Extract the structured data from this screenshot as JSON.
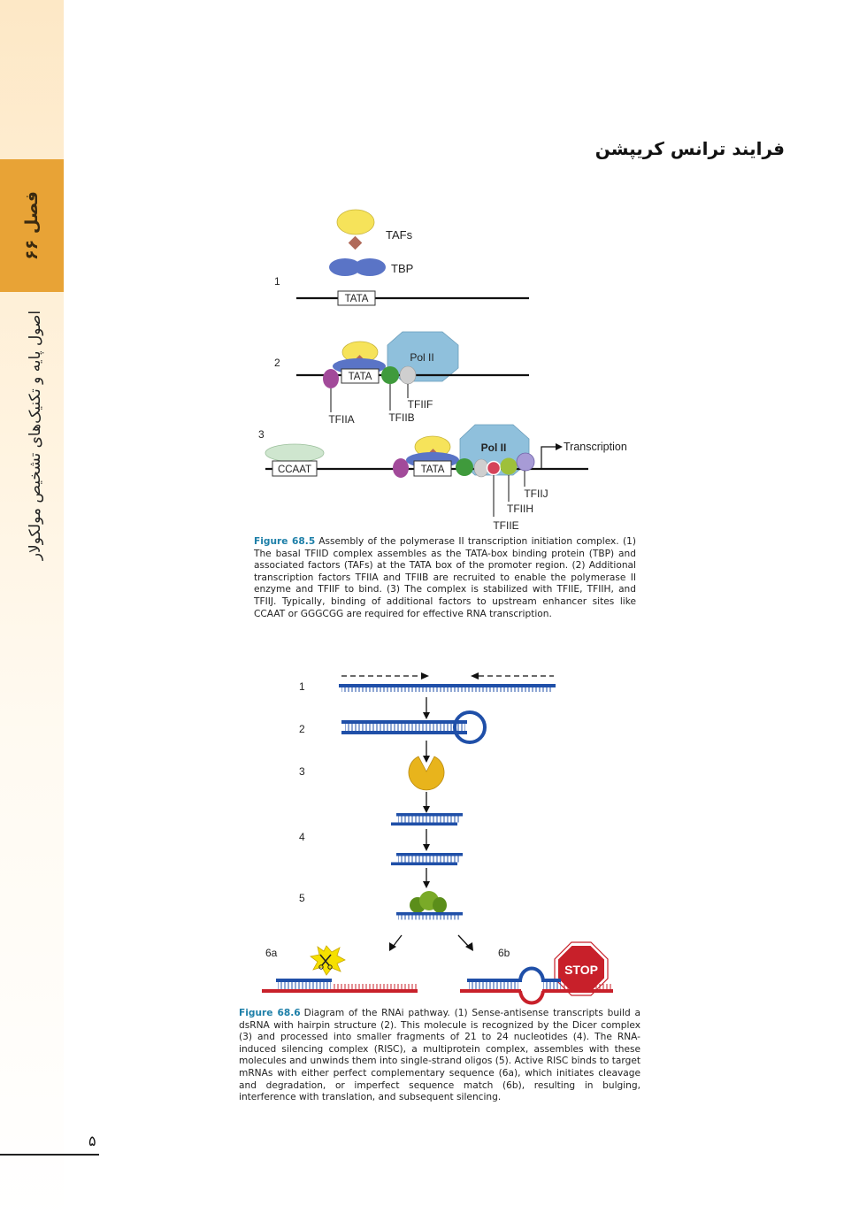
{
  "sidebar": {
    "chapter": "فصل ۶۶",
    "book_title": "اصول پایه و تکنیک‌های تشخیص مولکولار"
  },
  "heading": "فرایند ترانس کریپشن",
  "figure_assembly": {
    "steps": [
      "1",
      "2",
      "3"
    ],
    "labels": {
      "tafs": "TAFs",
      "tbp": "TBP",
      "tata": "TATA",
      "pol2": "Pol II",
      "tfiia": "TFIIA",
      "tfiib": "TFIIB",
      "tfiif": "TFIIF",
      "ccaat": "CCAAT",
      "transcription": "Transcription",
      "tfiij": "TFIIJ",
      "tfiih": "TFIIH",
      "tfiie": "TFIIE"
    },
    "caption_no": "Figure 68.5",
    "caption": "Assembly of the polymerase II transcription initiation complex. (1) The basal TFIID complex assembles as the TATA-box binding protein (TBP) and associated factors (TAFs) at the TATA box of the promoter region. (2) Additional transcription factors TFIIA and TFIIB are recruited to enable the polymerase II enzyme and TFIIF to bind. (3) The complex is stabilized with TFIIE, TFIIH, and TFIIJ. Typically, binding of additional factors to upstream enhancer sites like CCAAT or GGGCGG are required for effective RNA transcription."
  },
  "figure_rnai": {
    "steps": [
      "1",
      "2",
      "3",
      "4",
      "5",
      "6a",
      "6b"
    ],
    "stop_label": "STOP",
    "caption_no": "Figure 68.6",
    "caption": "Diagram of the RNAi pathway. (1) Sense-antisense transcripts build a dsRNA with hairpin structure (2). This molecule is recognized by the Dicer complex (3) and processed into smaller fragments of 21 to 24 nucleotides (4). The RNA-induced silencing complex (RISC), a multiprotein complex, assembles with these molecules and unwinds them into single-strand oligos (5). Active RISC binds to target mRNAs with either perfect complementary sequence (6a), which initiates cleavage and degradation, or imperfect sequence match (6b), resulting in bulging, interference with translation, and subsequent silencing."
  },
  "colors": {
    "accent_orange": "#e8a336",
    "rna_blue": "#1f4fa8",
    "mrna_red": "#c8202a",
    "caption_blue": "#1d7fa8",
    "pol2_blue": "#8fc0dc"
  },
  "page_number": "۵"
}
